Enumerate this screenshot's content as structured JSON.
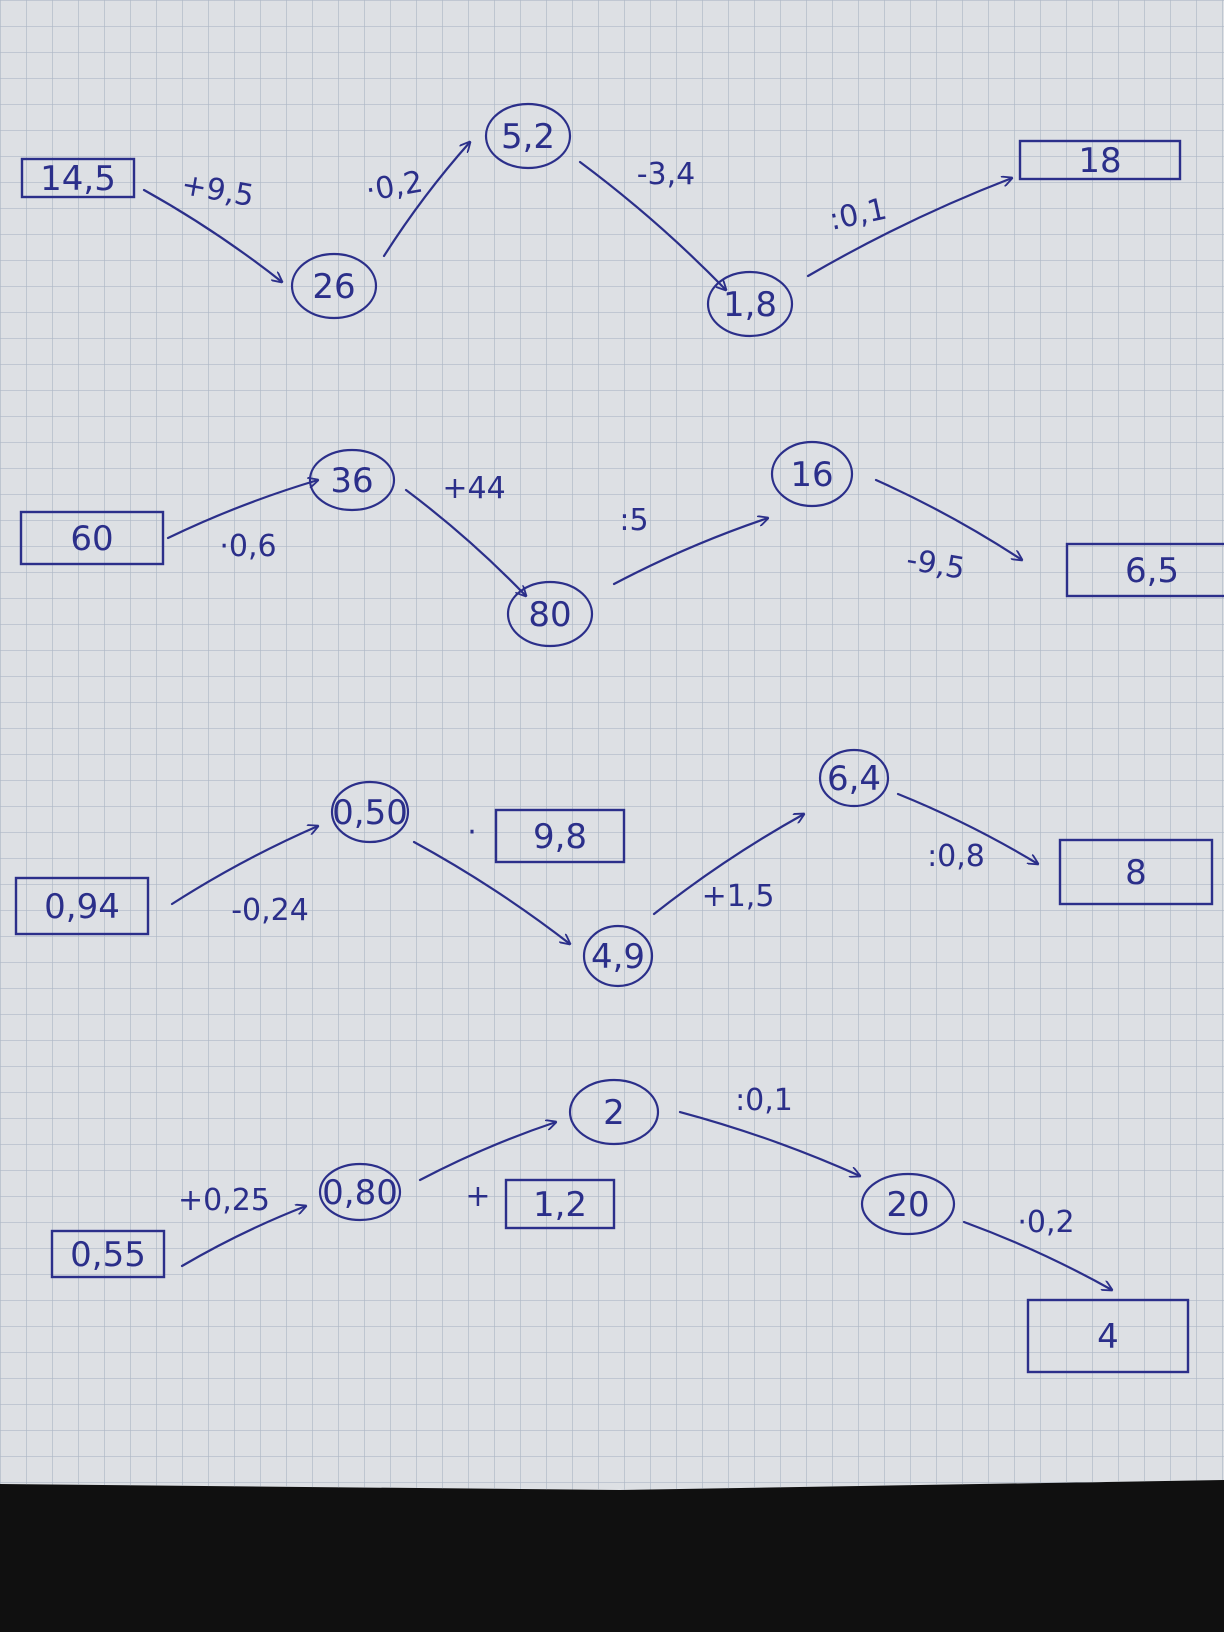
{
  "colors": {
    "paper": "#dde0e4",
    "grid": "#aeb8c6",
    "ink": "#2b2f8a",
    "background": "#101010"
  },
  "chains": [
    {
      "nodes": [
        {
          "id": "c1n1",
          "value": "14,5",
          "shape": "box"
        },
        {
          "id": "c1n2",
          "value": "26",
          "shape": "circle"
        },
        {
          "id": "c1n3",
          "value": "5,2",
          "shape": "circle"
        },
        {
          "id": "c1n4",
          "value": "1,8",
          "shape": "circle"
        },
        {
          "id": "c1n5",
          "value": "18",
          "shape": "box"
        }
      ],
      "edges": [
        {
          "from": "c1n1",
          "to": "c1n2",
          "op": "+9,5"
        },
        {
          "from": "c1n2",
          "to": "c1n3",
          "op": "·0,2"
        },
        {
          "from": "c1n3",
          "to": "c1n4",
          "op": "-3,4"
        },
        {
          "from": "c1n4",
          "to": "c1n5",
          "op": ":0,1"
        }
      ],
      "extras": []
    },
    {
      "nodes": [
        {
          "id": "c2n1",
          "value": "60",
          "shape": "box"
        },
        {
          "id": "c2n2",
          "value": "36",
          "shape": "circle"
        },
        {
          "id": "c2n3",
          "value": "80",
          "shape": "circle"
        },
        {
          "id": "c2n4",
          "value": "16",
          "shape": "circle"
        },
        {
          "id": "c2n5",
          "value": "6,5",
          "shape": "box"
        }
      ],
      "edges": [
        {
          "from": "c2n1",
          "to": "c2n2",
          "op": "·0,6"
        },
        {
          "from": "c2n2",
          "to": "c2n3",
          "op": "+44"
        },
        {
          "from": "c2n3",
          "to": "c2n4",
          "op": ":5"
        },
        {
          "from": "c2n4",
          "to": "c2n5",
          "op": "-9,5"
        }
      ],
      "extras": []
    },
    {
      "nodes": [
        {
          "id": "c3n1",
          "value": "0,94",
          "shape": "box"
        },
        {
          "id": "c3n2",
          "value": "0,50",
          "shape": "circle"
        },
        {
          "id": "c3n3",
          "value": "4,9",
          "shape": "circle"
        },
        {
          "id": "c3n4",
          "value": "6,4",
          "shape": "circle"
        },
        {
          "id": "c3n5",
          "value": "8",
          "shape": "box"
        }
      ],
      "edges": [
        {
          "from": "c3n1",
          "to": "c3n2",
          "op": "-0,24"
        },
        {
          "from": "c3n2",
          "to": "c3n3",
          "op": ""
        },
        {
          "from": "c3n3",
          "to": "c3n4",
          "op": "+1,5"
        },
        {
          "from": "c3n4",
          "to": "c3n5",
          "op": ":0,8"
        }
      ],
      "extras": [
        {
          "id": "c3x",
          "value": "9,8",
          "prefix": "·"
        }
      ]
    },
    {
      "nodes": [
        {
          "id": "c4n1",
          "value": "0,55",
          "shape": "box"
        },
        {
          "id": "c4n2",
          "value": "0,80",
          "shape": "circle"
        },
        {
          "id": "c4n3",
          "value": "2",
          "shape": "circle"
        },
        {
          "id": "c4n4",
          "value": "20",
          "shape": "circle"
        },
        {
          "id": "c4n5",
          "value": "4",
          "shape": "box"
        }
      ],
      "edges": [
        {
          "from": "c4n1",
          "to": "c4n2",
          "op": "+0,25"
        },
        {
          "from": "c4n2",
          "to": "c4n3",
          "op": ""
        },
        {
          "from": "c4n3",
          "to": "c4n4",
          "op": ":0,1"
        },
        {
          "from": "c4n4",
          "to": "c4n5",
          "op": "·0,2"
        }
      ],
      "extras": [
        {
          "id": "c4x",
          "value": "1,2",
          "prefix": "+"
        }
      ]
    }
  ]
}
